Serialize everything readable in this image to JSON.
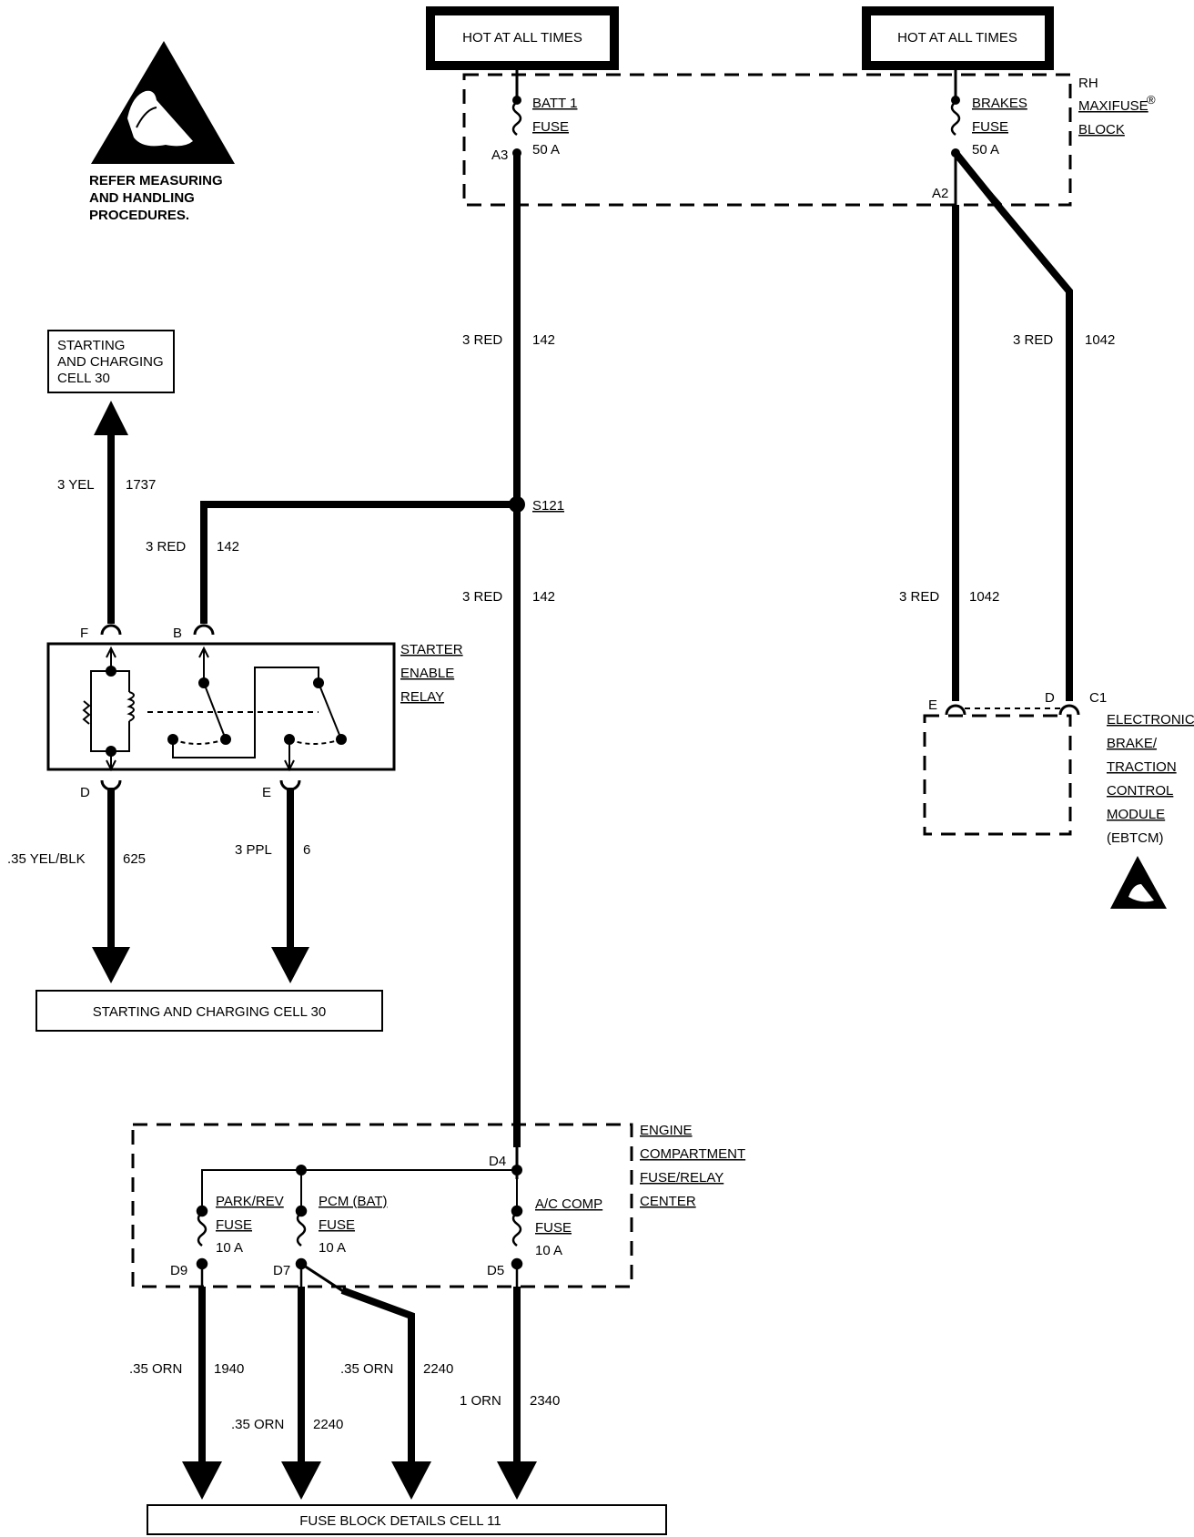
{
  "warning": {
    "icon": "esd-hand-icon",
    "lines": [
      "REFER MEASURING",
      "AND HANDLING",
      "PROCEDURES."
    ]
  },
  "hot_boxes": [
    {
      "label": "HOT AT ALL TIMES"
    },
    {
      "label": "HOT AT ALL TIMES"
    }
  ],
  "maxifuse_block": {
    "name_lines": [
      "RH",
      "MAXIFUSE",
      "BLOCK"
    ],
    "registered": "®",
    "fuses": [
      {
        "name_lines": [
          "BATT 1",
          "FUSE",
          "50 A"
        ],
        "terminal": "A3"
      },
      {
        "name_lines": [
          "BRAKES",
          "FUSE",
          "50 A"
        ],
        "terminal": "A2"
      }
    ]
  },
  "wires": {
    "w142_top": {
      "gauge": "3 RED",
      "circuit": "142"
    },
    "w1042_right": {
      "gauge": "3 RED",
      "circuit": "1042"
    },
    "w1042_left": {
      "gauge": "3 RED",
      "circuit": "1042"
    },
    "w1737": {
      "gauge": "3 YEL",
      "circuit": "1737"
    },
    "w142_relay": {
      "gauge": "3 RED",
      "circuit": "142"
    },
    "w142_mid": {
      "gauge": "3 RED",
      "circuit": "142"
    },
    "w625": {
      "gauge": ".35 YEL/BLK",
      "circuit": "625"
    },
    "w6": {
      "gauge": "3 PPL",
      "circuit": "6"
    },
    "w1940": {
      "gauge": ".35 ORN",
      "circuit": "1940"
    },
    "w2240a": {
      "gauge": ".35 ORN",
      "circuit": "2240"
    },
    "w2240b": {
      "gauge": ".35 ORN",
      "circuit": "2240"
    },
    "w2340": {
      "gauge": "1 ORN",
      "circuit": "2340"
    }
  },
  "splice": {
    "label": "S121"
  },
  "starting_top_box": {
    "lines": [
      "STARTING",
      "AND CHARGING",
      "CELL 30"
    ]
  },
  "relay": {
    "name_lines": [
      "STARTER",
      "ENABLE",
      "RELAY"
    ],
    "terminals": {
      "f": "F",
      "b": "B",
      "d": "D",
      "e": "E"
    }
  },
  "starting_bottom_box": {
    "label": "STARTING AND CHARGING CELL 30"
  },
  "ebtcm": {
    "name_lines": [
      "ELECTRONIC",
      "BRAKE/",
      "TRACTION",
      "CONTROL",
      "MODULE",
      "(EBTCM)"
    ],
    "terminals": {
      "e": "E",
      "d": "D",
      "connector": "C1"
    }
  },
  "engine_center": {
    "name_lines": [
      "ENGINE",
      "COMPARTMENT",
      "FUSE/RELAY",
      "CENTER"
    ],
    "input_terminal": "D4",
    "fuses": [
      {
        "name_lines": [
          "PARK/REV",
          "FUSE",
          "10 A"
        ],
        "terminal": "D9"
      },
      {
        "name_lines": [
          "PCM (BAT)",
          "FUSE",
          "10 A"
        ],
        "terminal": "D7"
      },
      {
        "name_lines": [
          "A/C COMP",
          "FUSE",
          "10 A"
        ],
        "terminal": "D5"
      }
    ]
  },
  "fuse_block_box": {
    "label": "FUSE BLOCK DETAILS CELL 11"
  }
}
